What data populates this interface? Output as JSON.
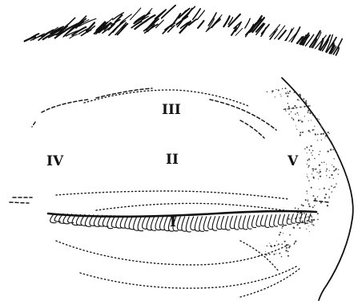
{
  "zones": {
    "zone_1": "I",
    "zone_2": "II",
    "zone_3": "III",
    "zone_4": "IV",
    "zone_5": "V"
  }
}
